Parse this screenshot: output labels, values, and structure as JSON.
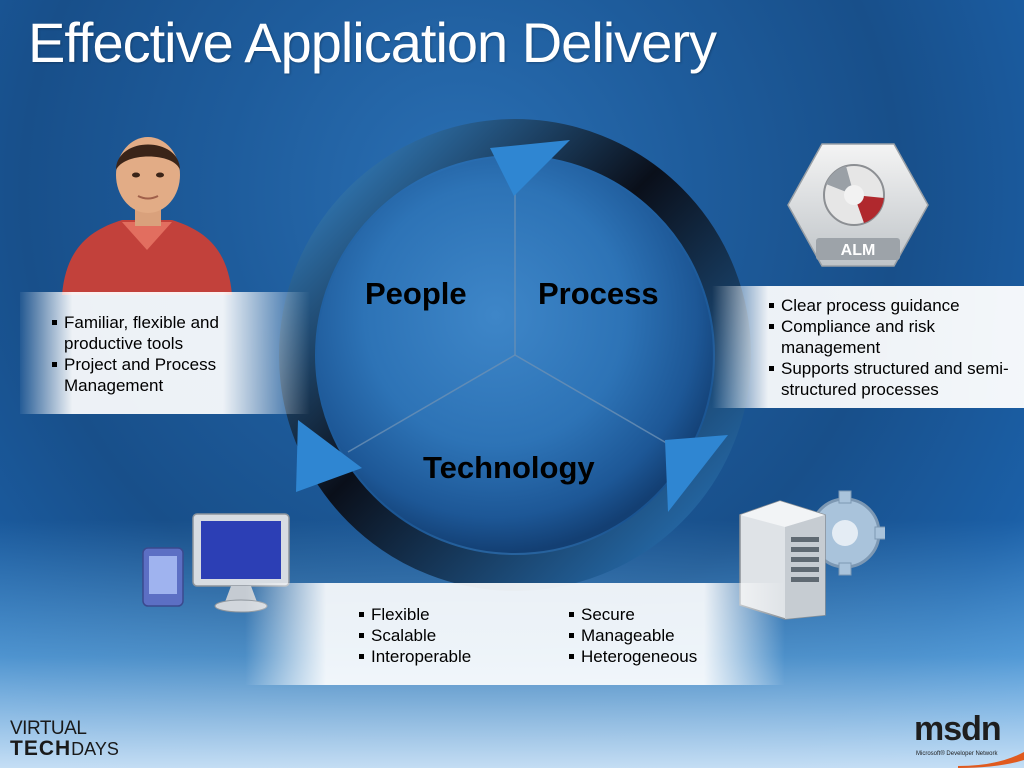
{
  "slide": {
    "title": "Effective Application Delivery"
  },
  "cycle": {
    "labels": {
      "people": "People",
      "process": "Process",
      "technology": "Technology"
    }
  },
  "people_panel": {
    "items": [
      "Familiar, flexible and productive tools",
      "Project and Process Management"
    ]
  },
  "process_panel": {
    "badge": "ALM",
    "items": [
      "Clear process guidance",
      "Compliance and risk management",
      "Supports structured and semi-structured processes"
    ]
  },
  "technology_panel": {
    "col1": [
      "Flexible",
      "Scalable",
      "Interoperable"
    ],
    "col2": [
      "Secure",
      "Manageable",
      "Heterogeneous"
    ]
  },
  "logos": {
    "virtual": "VIRTUAL",
    "tech": "TECH",
    "days": "DAYS",
    "msdn": "msdn",
    "msdn_sub": "Microsoft® Developer Network"
  },
  "colors": {
    "background": "#1e5c9c",
    "msdn_swoosh": "#e05a1e",
    "alm_red": "#b0282d"
  }
}
